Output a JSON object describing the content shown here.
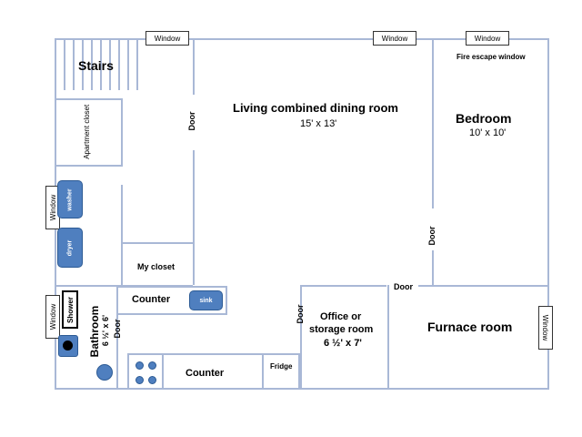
{
  "colors": {
    "wall": "#a9b8d6",
    "appliance": "#4f7fbf",
    "appliance_border": "#2c5a94"
  },
  "windows": [
    "Window",
    "Window",
    "Window",
    "Window",
    "Window",
    "Window"
  ],
  "fire_escape": "Fire escape window",
  "rooms": {
    "stairs": "Stairs",
    "apartment_closet": "Apartment closet",
    "living": {
      "name": "Living combined dining room",
      "size": "15' x 13'"
    },
    "bedroom": {
      "name": "Bedroom",
      "size": "10' x 10'"
    },
    "my_closet": "My closet",
    "office": {
      "line1": "Office or",
      "line2": "storage room",
      "size": "6 ½' x 7'"
    },
    "furnace": "Furnace room",
    "bathroom": {
      "name": "Bathroom",
      "size": "6 ½' x 6'"
    }
  },
  "doors": [
    "Door",
    "Door",
    "Door",
    "Door",
    "Door"
  ],
  "fixtures": {
    "washer": "washer",
    "dryer": "dryer",
    "sink": "sink",
    "shower": "Shower",
    "counter_top": "Counter",
    "counter_bottom": "Counter",
    "fridge": "Fridge"
  }
}
